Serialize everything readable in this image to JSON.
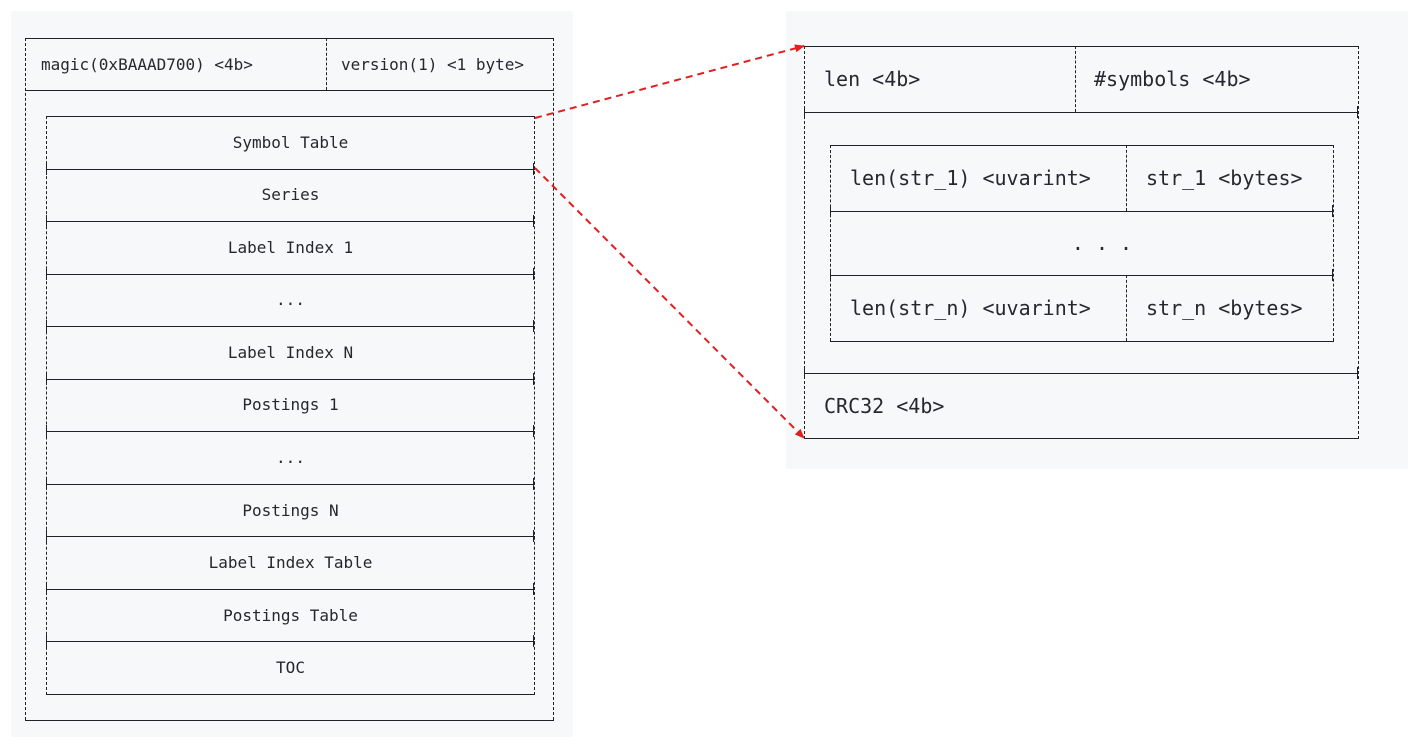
{
  "index_file": {
    "header": {
      "magic": "magic(0xBAAAD700) <4b>",
      "version": "version(1) <1 byte>"
    },
    "sections": [
      "Symbol Table",
      "Series",
      "Label Index 1",
      "...",
      "Label Index N",
      "Postings 1",
      "...",
      "Postings N",
      "Label Index Table",
      "Postings Table",
      "TOC"
    ]
  },
  "symbol_table": {
    "len": "len <4b>",
    "num_symbols": "#symbols <4b>",
    "entries": [
      {
        "len": "len(str_1) <uvarint>",
        "str": "str_1 <bytes>"
      },
      {
        "ellipsis": ". . ."
      },
      {
        "len": "len(str_n) <uvarint>",
        "str": "str_n <bytes>"
      }
    ],
    "crc": "CRC32 <4b>"
  },
  "colors": {
    "panel_bg": "#f6f8fa",
    "line": "#1f2328",
    "arrow": "#e02020"
  }
}
